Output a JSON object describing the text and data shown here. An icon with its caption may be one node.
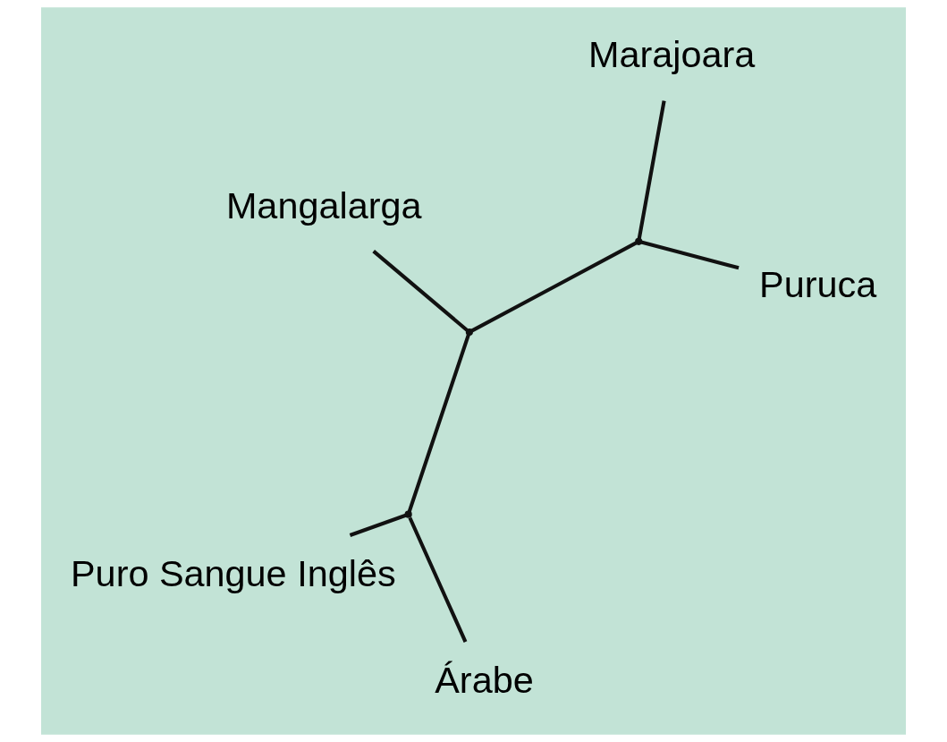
{
  "diagram": {
    "nodes": [
      {
        "text": [
          "Puro Sangue Inglês"
        ]
      },
      {
        "text": [
          "Árabe"
        ]
      },
      {
        "text": [],
        "shape": "point"
      },
      {
        "text": [],
        "shape": "point"
      },
      {
        "text": [
          "Marajoara"
        ]
      },
      {
        "text": [],
        "shape": "point"
      },
      {
        "text": [
          "Mangalarga"
        ]
      },
      {
        "text": [
          "Puruca"
        ]
      }
    ],
    "edges": [
      {
        "from": 1,
        "to": 2,
        "arrow": "none"
      },
      {
        "from": 0,
        "to": 2,
        "arrow": "none"
      },
      {
        "from": 2,
        "to": 3,
        "arrow": "none"
      },
      {
        "from": 3,
        "to": 6,
        "arrow": "none"
      },
      {
        "from": 3,
        "to": 5,
        "arrow": "none"
      },
      {
        "from": 5,
        "to": 4,
        "arrow": "none"
      },
      {
        "from": 5,
        "to": 7,
        "arrow": "none"
      }
    ]
  }
}
